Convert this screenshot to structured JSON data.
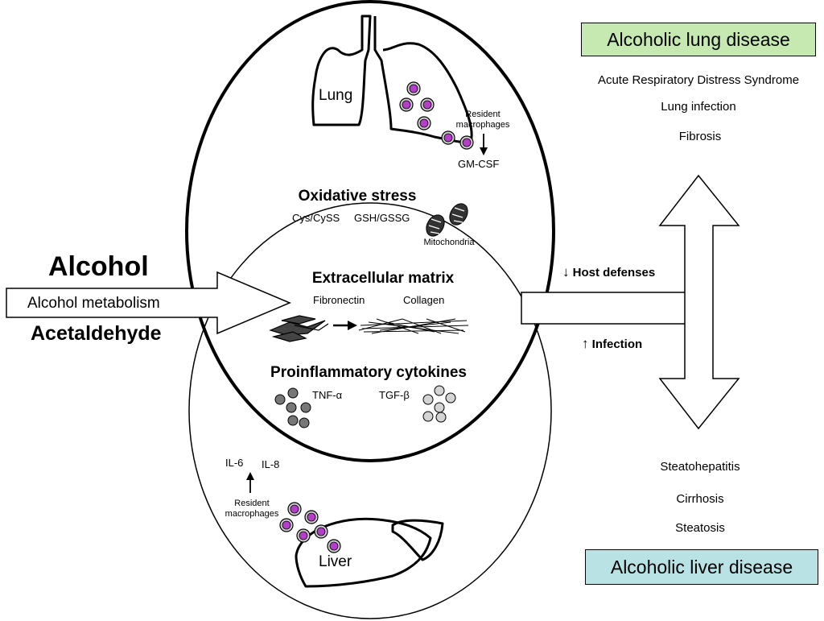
{
  "alcohol": {
    "title": "Alcohol",
    "metabolism": "Alcohol metabolism",
    "acetaldehyde": "Acetaldehyde"
  },
  "lung": {
    "label": "Lung",
    "macrophages_line1": "Resident",
    "macrophages_line2": "macrophages",
    "gmcsf": "GM-CSF"
  },
  "oxidative": {
    "title": "Oxidative stress",
    "cys": "Cys/CySS",
    "gsh": "GSH/GSSG",
    "mito": "Mitochondria"
  },
  "matrix": {
    "title": "Extracellular matrix",
    "fibronectin": "Fibronectin",
    "collagen": "Collagen"
  },
  "cytokines": {
    "title": "Proinflammatory cytokines",
    "tnf": "TNF-α",
    "tgf": "TGF-β"
  },
  "liver": {
    "label": "Liver",
    "il6": "IL-6",
    "il8": "IL-8",
    "macrophages_line1": "Resident",
    "macrophages_line2": "macrophages"
  },
  "arrow_labels": {
    "host_defenses": "Host defenses",
    "infection": "Infection"
  },
  "lung_disease": {
    "title": "Alcoholic lung disease",
    "items": [
      "Acute Respiratory Distress Syndrome",
      "Lung infection",
      "Fibrosis"
    ],
    "box_color": "#c6e9b2"
  },
  "liver_disease": {
    "title": "Alcoholic liver disease",
    "items": [
      "Steatohepatitis",
      "Cirrhosis",
      "Steatosis"
    ],
    "box_color": "#b9e2e4"
  },
  "colors": {
    "macrophage_fill": "#b43ec9",
    "macrophage_ring": "#cfcfcf",
    "tnf_cell": "#777777",
    "tgf_cell": "#d4d4d4"
  }
}
